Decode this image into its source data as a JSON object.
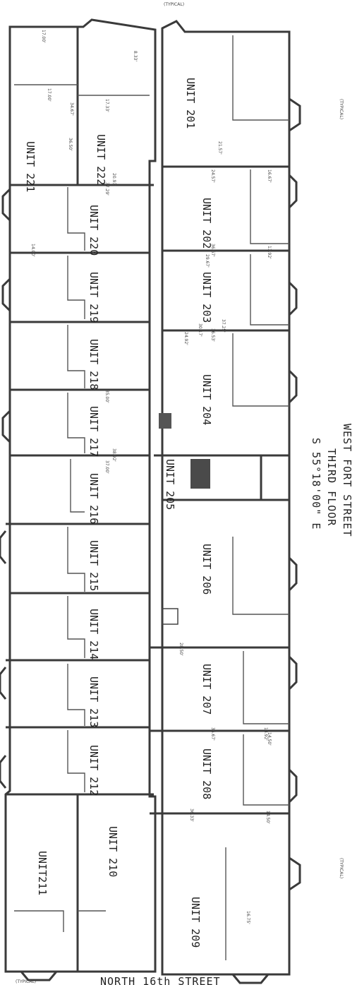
{
  "street_labels": {
    "right_1": "WEST FORT STREET",
    "right_2": "THIRD FLOOR",
    "right_3": "S 55°18'00\" E",
    "bottom": "NORTH 16th STREET"
  },
  "units": [
    {
      "label": "UNIT 221"
    },
    {
      "label": "UNIT 222"
    },
    {
      "label": "UNIT 201"
    },
    {
      "label": "UNIT 220"
    },
    {
      "label": "UNIT 202"
    },
    {
      "label": "UNIT 219"
    },
    {
      "label": "UNIT 203"
    },
    {
      "label": "UNIT 218"
    },
    {
      "label": "UNIT 204"
    },
    {
      "label": "UNIT 217"
    },
    {
      "label": "UNIT 216"
    },
    {
      "label": "UNIT 205"
    },
    {
      "label": "UNIT 215"
    },
    {
      "label": "UNIT 206"
    },
    {
      "label": "UNIT 214"
    },
    {
      "label": "UNIT 213"
    },
    {
      "label": "UNIT 207"
    },
    {
      "label": "UNIT 212"
    },
    {
      "label": "UNIT 208"
    },
    {
      "label": "UNIT211"
    },
    {
      "label": "UNIT 210"
    },
    {
      "label": "UNIT 209"
    }
  ],
  "dimensions": [
    "17.00'",
    "8.33'",
    "17.00'",
    "17.33'",
    "20.93'",
    "34.67'",
    "36.50'",
    "21.57'",
    "24.57'",
    "16.67'",
    "13.92'",
    "36.67'",
    "37.29'",
    "38.92'",
    "14.00'",
    "24.92'",
    "30.17'",
    "29.67'",
    "36.53'",
    "37.25'",
    "13.92'",
    "14.50'",
    "36.67'",
    "35.00'",
    "37.00'",
    "28.50'",
    "16.75'",
    "36.33'",
    "14.50'"
  ],
  "corner_marks": [
    "(TYPICAL)",
    "(TYPICAL)",
    "(TYPICAL)",
    "(TYPICAL)"
  ]
}
